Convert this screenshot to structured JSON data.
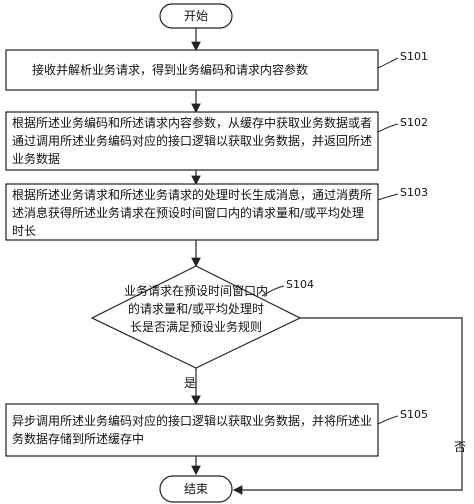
{
  "flow": {
    "start": "开始",
    "end": "结束",
    "steps": [
      {
        "id": "S101",
        "text": "接收并解析业务请求，得到业务编码和请求内容参数"
      },
      {
        "id": "S102",
        "text": "根据所述业务编码和所述请求内容参数，从缓存中获取业务数据或者通过调用所述业务编码对应的接口逻辑以获取业务数据，并返回所述业务数据"
      },
      {
        "id": "S103",
        "text": "根据所述业务请求和所述业务请求的处理时长生成消息，通过消费所述消息获得所述业务请求在预设时间窗口内的请求量和/或平均处理时长"
      },
      {
        "id": "S104",
        "text": "业务请求在预设时间窗口内的请求量和/或平均处理时长是否满足预设业务规则"
      },
      {
        "id": "S105",
        "text": "异步调用所述业务编码对应的接口逻辑以获取业务数据，并将所述业务数据存储到所述缓存中"
      }
    ],
    "yes_label": "是",
    "no_label": "否"
  },
  "colors": {
    "stroke": "#222222",
    "background": "#ffffff"
  }
}
